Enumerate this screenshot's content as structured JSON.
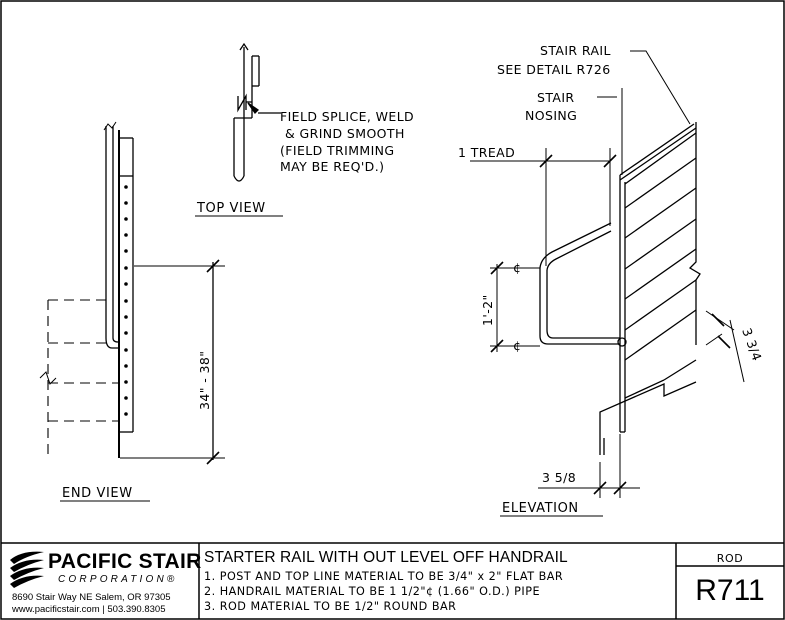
{
  "views": {
    "end_view": "END VIEW",
    "top_view": "TOP VIEW",
    "elevation": "ELEVATION"
  },
  "callouts": {
    "field_splice": [
      "FIELD SPLICE, WELD",
      "& GRIND SMOOTH",
      "(FIELD TRIMMING",
      "MAY BE REQ'D.)"
    ],
    "stair_rail": [
      "STAIR RAIL",
      "SEE DETAIL R726"
    ],
    "stair_nosing": [
      "STAIR",
      "NOSING"
    ]
  },
  "dimensions": {
    "height": "34\" - 38\"",
    "tread": "1 TREAD",
    "return": "1'-2\"",
    "offset_top": "3 3/4",
    "offset_bottom": "3 5/8",
    "centerline": "¢"
  },
  "title_block": {
    "company": "PACIFIC STAIR",
    "corporation": "CORPORATION",
    "registered": "®",
    "address": "8690 Stair Way NE Salem, OR 97305",
    "web": "www.pacificstair.com  |  503.390.8305",
    "title": "STARTER RAIL WITH OUT LEVEL OFF HANDRAIL",
    "notes": [
      "1. POST AND TOP LINE MATERIAL TO BE 3/4\" x 2\" FLAT BAR",
      "2. HANDRAIL MATERIAL TO BE 1 1/2\"¢ (1.66\" O.D.) PIPE",
      "3. ROD MATERIAL TO BE 1/2\" ROUND BAR"
    ],
    "rod_label": "ROD",
    "drawing_number": "R711"
  },
  "colors": {
    "line": "#000000",
    "background": "#ffffff"
  }
}
